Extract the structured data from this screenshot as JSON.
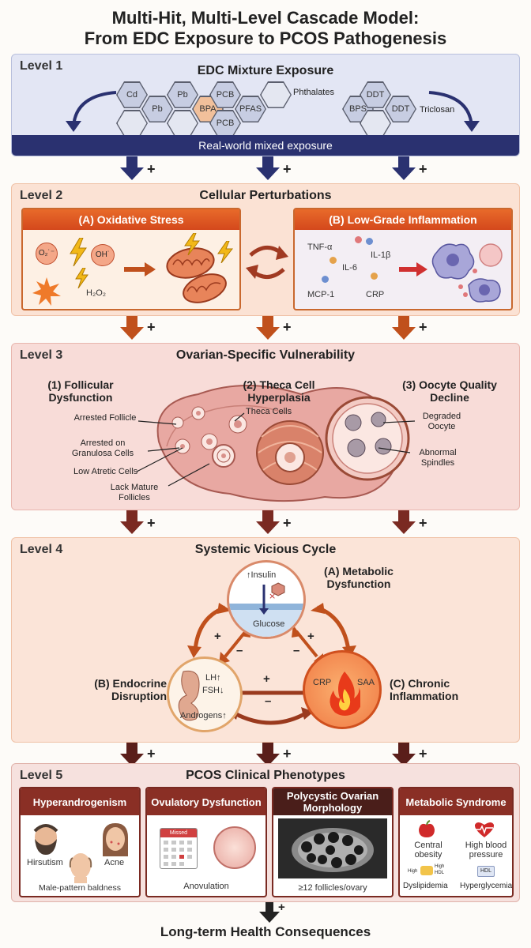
{
  "title": {
    "line1": "Multi-Hit, Multi-Level Cascade Model:",
    "line2": "From EDC Exposure to PCOS Pathogenesis"
  },
  "level1": {
    "label": "Level 1",
    "title": "EDC Mixture Exposure",
    "hexes": [
      "Cd",
      "Pb",
      "Pb",
      "PCB",
      "BPA",
      "PCB",
      "PFAS",
      "BPS",
      "DDT",
      "DDT"
    ],
    "phthalates": "Phthalates",
    "triclosan": "Triclosan",
    "bar": "Real-world mixed exposure"
  },
  "plus": "+",
  "minus": "–",
  "level2": {
    "label": "Level 2",
    "title": "Cellular Perturbations",
    "a_title": "(A) Oxidative Stress",
    "b_title": "(B) Low-Grade Inflammation",
    "o2": "O₂˙⁻",
    "oh": "OH˙",
    "h2o2": "H₂O₂",
    "tnf": "TNF-α",
    "il1b": "IL-1β",
    "il6": "IL-6",
    "mcp1": "MCP-1",
    "crp": "CRP"
  },
  "level3": {
    "label": "Level 3",
    "title": "Ovarian-Specific Vulnerability",
    "h1": "(1) Follicular Dysfunction",
    "h2": "(2) Theca Cell Hyperplasia",
    "h3": "(3) Oocyte Quality Decline",
    "arrested_follicle": "Arrested Follicle",
    "arrested_granulosa": "Arrested on Granulosa Cells",
    "low_atretic": "Low Atretic Cells",
    "lack_mature": "Lack Mature Follicles",
    "theca_cells": "Theca Cells",
    "degraded_oocyte": "Degraded Oocyte",
    "abnormal_spindles": "Abnormal Spindles"
  },
  "level4": {
    "label": "Level 4",
    "title": "Systemic Vicious Cycle",
    "a": "(A) Metabolic Dysfunction",
    "b": "(B) Endocrine Disruption",
    "c": "(C) Chronic Inflammation",
    "insulin": "↑Insulin",
    "glucose": "Glucose",
    "lh": "LH↑",
    "fsh": "FSH↓",
    "androgens": "Androgens↑",
    "crp": "CRP",
    "saa": "SAA"
  },
  "level5": {
    "label": "Level 5",
    "title": "PCOS Clinical Phenotypes",
    "cards": [
      {
        "title": "Hyperandrogenism",
        "items": [
          "Hirsutism",
          "Acne",
          "Male-pattern baldness"
        ]
      },
      {
        "title": "Ovulatory Dysfunction",
        "items": [
          "Missed",
          "Anovulation"
        ]
      },
      {
        "title": "Polycystic Ovarian Morphology",
        "items": [
          "≥12 follicles/ovary"
        ]
      },
      {
        "title": "Metabolic Syndrome",
        "items": [
          "Central obesity",
          "High blood pressure",
          "High",
          "High",
          "HDL",
          "HDL",
          "Dyslipidemia",
          "Hyperglycemia"
        ]
      }
    ],
    "footer": "Long-term Health Consequences"
  },
  "colors": {
    "level1_bg": "#e3e6f4",
    "navy": "#2a3170",
    "level2_bg": "#fbe2d4",
    "orange": "#d0501e",
    "level3_bg": "#f8dcd8",
    "level4_bg": "#fbe4d8",
    "level5_bg": "#f6e1de",
    "maroon": "#7a2a22"
  }
}
